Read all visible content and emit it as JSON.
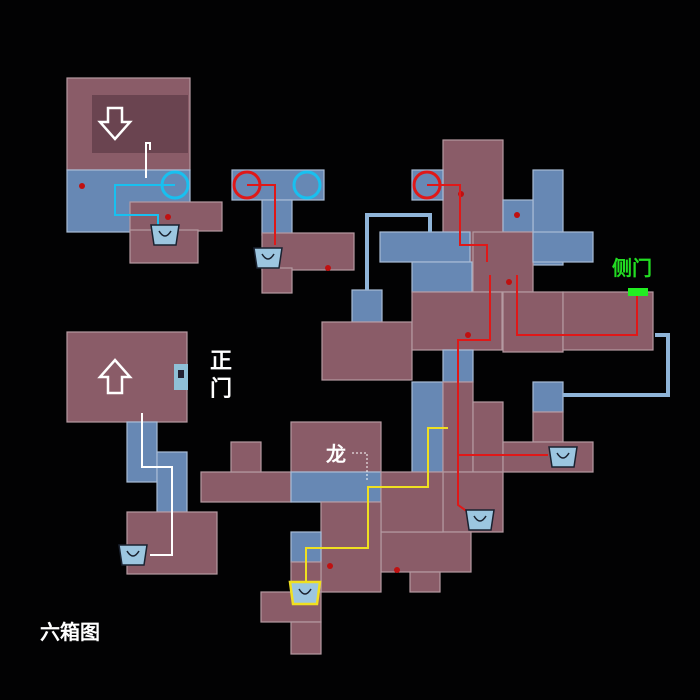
{
  "map": {
    "title": "六箱图",
    "labels": {
      "main_gate": "正门",
      "side_gate": "侧门",
      "dragon": "龙"
    },
    "chest_count": 6,
    "colors": {
      "room": "#8a5c68",
      "corridor": "#6788b4",
      "route_red": "#e01818",
      "route_cyan": "#18c0f0",
      "route_yellow": "#f0e020",
      "route_white": "#ffffff",
      "side_gate": "#22dd22"
    },
    "icons": [
      "chest-icon",
      "down-arrow-icon",
      "up-arrow-icon",
      "door-icon",
      "marker-circle-icon"
    ]
  }
}
